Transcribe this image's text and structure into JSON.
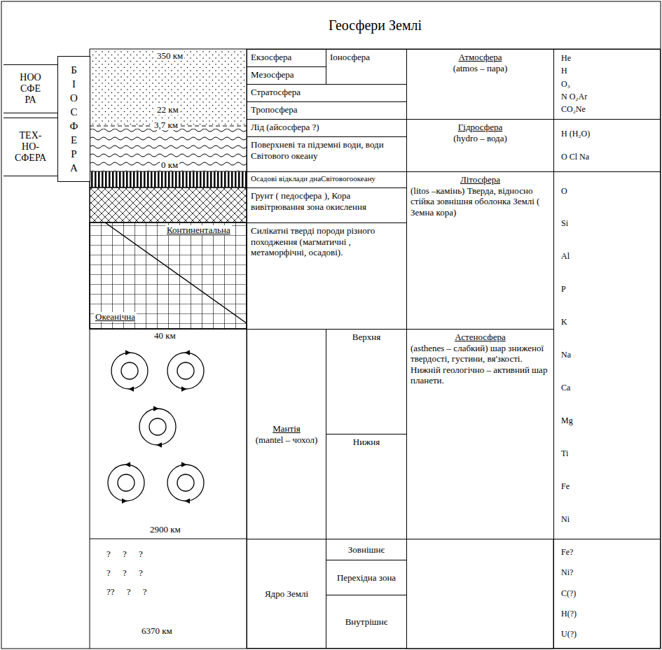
{
  "diagram": {
    "title": "Геосфери Землі",
    "nodes": [
      {
        "text": [
          "НОО СФЕ РА"
        ]
      },
      {
        "text": [
          "ТЕХ- НО- СФЕРА"
        ]
      },
      {
        "text": [
          "Б І О С Ф Е Р А"
        ]
      },
      {
        "text": [
          "Екзосфера"
        ]
      },
      {
        "text": [
          "Іоносфера"
        ]
      },
      {
        "text": [
          "Мезосфера"
        ]
      },
      {
        "text": [
          "Стратосфера"
        ]
      },
      {
        "text": [
          "Тропосфера"
        ]
      },
      {
        "text": [
          "Лід (айсосфера ?)"
        ]
      },
      {
        "text": [
          "Поверхневі та підземні води, води Світового океану"
        ]
      },
      {
        "text": [
          "Осадові відклади днаСвітовогоокеану"
        ]
      },
      {
        "text": [
          "Грунт ( педосфера ), Кора вивітрювання зона окислення"
        ]
      },
      {
        "text": [
          "Силікатні тверді породи різного походження (магматичні , метаморфічні, осадові)."
        ]
      },
      {
        "text": [
          "Мантія",
          "(mantel – чохол)"
        ]
      },
      {
        "text": [
          "Верхня"
        ]
      },
      {
        "text": [
          "Нижня"
        ]
      },
      {
        "text": [
          "Ядро Землі"
        ]
      },
      {
        "text": [
          "Зовнішнє"
        ]
      },
      {
        "text": [
          "Перехідна зона"
        ]
      },
      {
        "text": [
          "Внутрішнє"
        ]
      },
      {
        "text": [
          "Атмосфера",
          "(atmos – пара)"
        ]
      },
      {
        "text": [
          "Гідросфера",
          "(hydro – вода)"
        ]
      },
      {
        "text": [
          "Літосфера",
          "(litos –камінь) Тверда, відносно стійка зовнішня оболонка Землі ( Земна кора)"
        ]
      },
      {
        "text": [
          "Астеносфера",
          "(asthenes – слабкий) шар зниженої твердості, густини, вя'зкості. Нижній геологічно – активний шар планети."
        ]
      },
      {
        "text": [
          "He",
          "H",
          "O₃",
          "N O₂Ar",
          "CO₂Ne"
        ]
      },
      {
        "text": [
          "H (H₂O)",
          "O Cl Na"
        ]
      },
      {
        "text": [
          "O",
          "Si",
          "Al",
          "P",
          "K",
          "Na",
          "Ca",
          "Mg",
          "Ti",
          "Fe",
          "Ni"
        ]
      },
      {
        "text": [
          "Fe?",
          "Ni?",
          "C(?)",
          "H(?)",
          "U(?)"
        ]
      }
    ],
    "labels": [
      "350 км",
      "22 км",
      "3,7 км",
      "0 км",
      "Континентальна",
      "Океанічна",
      "40 км",
      "2900 км",
      "? ? ?",
      "? ? ?",
      "?? ? ?",
      "6370 км"
    ]
  }
}
